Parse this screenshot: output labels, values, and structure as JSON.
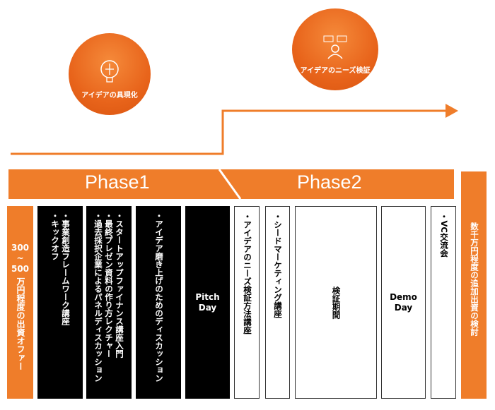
{
  "phases": {
    "phase1": "Phase1",
    "phase2": "Phase2"
  },
  "circles": {
    "left": "アイデアの具現化",
    "right": "アイデアのニーズ検証"
  },
  "offers": {
    "initial_amount_top": "300",
    "initial_amount_sep": "~",
    "initial_amount_bottom": "500",
    "initial_text": "万円程度の出資オファー",
    "additional": "数千万円程度の追加出資の検討"
  },
  "columns": {
    "c1": [
      "・事業創造フレームワーク講座",
      "・キックオフ"
    ],
    "c2": [
      "・スタートアップファイナンス講座入門",
      "・最終プレゼン資料の作り方レクチャー",
      "・過去採択企業によるパネルディスカッション"
    ],
    "c3": [
      "・アイデア磨き上げのためのディスカッション"
    ],
    "c4": [
      "Pitch",
      "Day"
    ],
    "c5": [
      "・アイデアのニーズ検証方法講座"
    ],
    "c6": [
      "・シードマーケティング講座"
    ],
    "c7": "検証期間",
    "c8": [
      "Demo",
      "Day"
    ],
    "c9": [
      "・VC交流会"
    ]
  },
  "colors": {
    "accent": "#ef7d2a"
  }
}
